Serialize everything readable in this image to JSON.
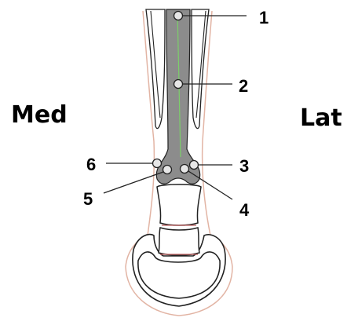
{
  "side_labels": {
    "medial": "Med",
    "lateral": "Lat"
  },
  "points": [
    {
      "id": "1",
      "label": "1"
    },
    {
      "id": "2",
      "label": "2"
    },
    {
      "id": "3",
      "label": "3"
    },
    {
      "id": "4",
      "label": "4"
    },
    {
      "id": "5",
      "label": "5"
    },
    {
      "id": "6",
      "label": "6"
    }
  ],
  "colors": {
    "outline": "#222222",
    "shaft_fill": "#8c8c8c",
    "skin_outline": "#e2b4a4",
    "centerline": "#7ccf6a",
    "joint_line": "#c06060",
    "marker_fill": "#e6e6e6"
  }
}
